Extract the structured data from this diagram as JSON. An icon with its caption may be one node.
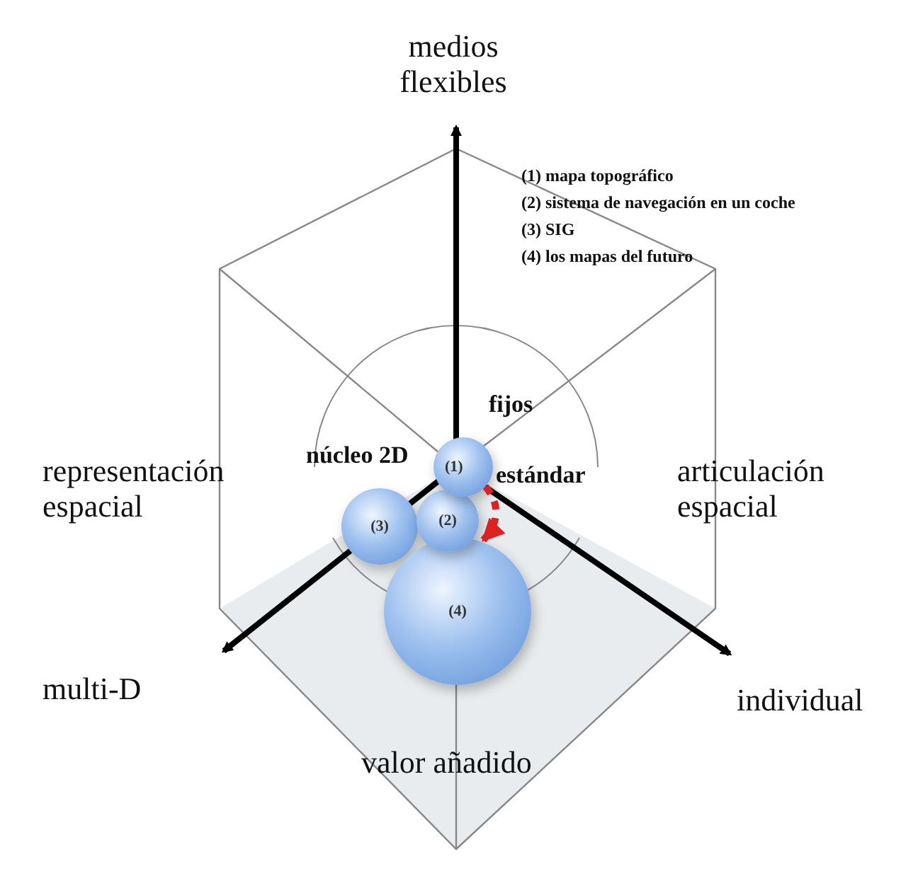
{
  "diagram": {
    "nodes": [
      {
        "text": [
          "(1)"
        ]
      },
      {
        "text": [
          "(2)"
        ]
      },
      {
        "text": [
          "(3)"
        ]
      },
      {
        "text": [
          "(4)"
        ]
      }
    ],
    "edges": [
      {
        "from": 0,
        "to": 3,
        "arrow": "to",
        "style": "dashed",
        "color": "#e02020"
      }
    ],
    "labels": [
      "medios flexibles",
      "(1) mapa topográfico",
      "(2) sistema de navegación en un coche",
      "(3) SIG",
      "(4) los mapas del futuro",
      "fijos",
      "núcleo 2D",
      "estándar",
      "representación espacial",
      "articulación espacial",
      "multi-D",
      "individual",
      "valor añadido"
    ]
  }
}
